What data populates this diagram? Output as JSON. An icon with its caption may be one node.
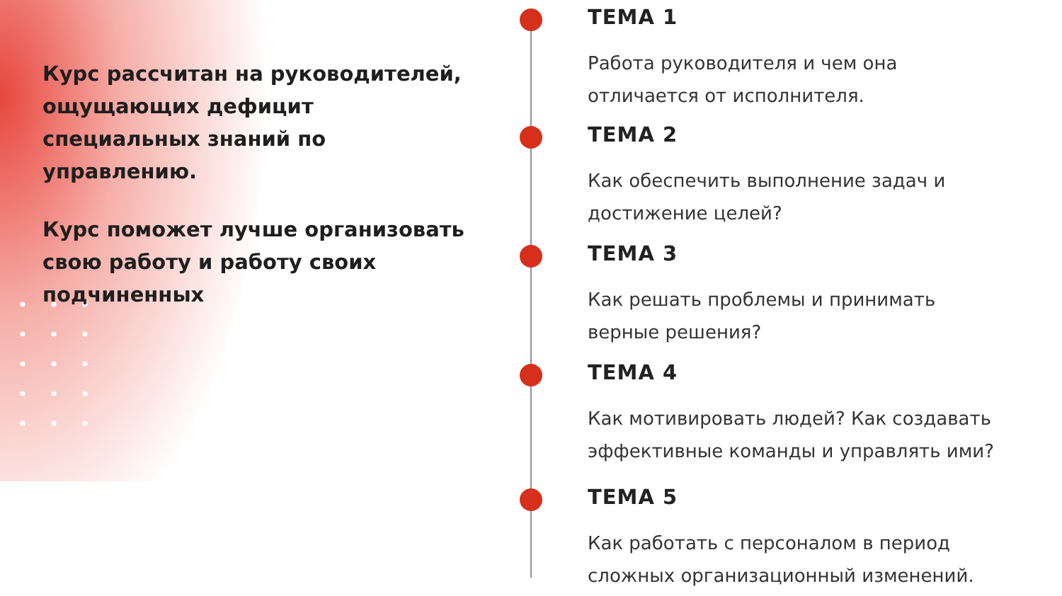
{
  "diagram": {
    "nodes": [
      {
        "text": [],
        "shape": "circle",
        "beside": [
          "ТЕМА 1",
          "Работа руководителя и чем она отличается от исполнителя."
        ]
      },
      {
        "text": [],
        "shape": "circle",
        "beside": [
          "ТЕМА 2",
          "Как обеспечить выполнение задач и достижение целей?"
        ]
      },
      {
        "text": [],
        "shape": "circle",
        "beside": [
          "ТЕМА 3",
          "Как решать проблемы и принимать верные решения?"
        ]
      },
      {
        "text": [],
        "shape": "circle",
        "beside": [
          "ТЕМА 4",
          "Как мотивировать людей? Как создавать эффективные команды и управлять ими?"
        ]
      },
      {
        "text": [],
        "shape": "circle",
        "beside": [
          "ТЕМА 5",
          "Как работать с персоналом в период сложных организационный изменений."
        ]
      }
    ],
    "edges": [
      {
        "from": 0,
        "to": 1,
        "arrow": "none"
      },
      {
        "from": 1,
        "to": 2,
        "arrow": "none"
      },
      {
        "from": 2,
        "to": 3,
        "arrow": "none"
      },
      {
        "from": 3,
        "to": 4,
        "arrow": "none"
      },
      {
        "from": 4,
        "to": null,
        "arrow": "none"
      }
    ],
    "labels": [
      "Курс рассчитан на руководителей, ощущающих дефицит специальных знаний  по управлению.",
      "Курс поможет лучше организовать свою работу и работу своих подчиненных"
    ]
  }
}
